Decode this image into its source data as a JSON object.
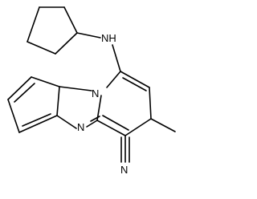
{
  "molecule": {
    "atom_labels": {
      "nh": "NH",
      "n_bridge": "N",
      "n_imine": "N",
      "n_nitrile": "N"
    },
    "colors": {
      "background": "#ffffff",
      "ink": "#000000"
    }
  }
}
